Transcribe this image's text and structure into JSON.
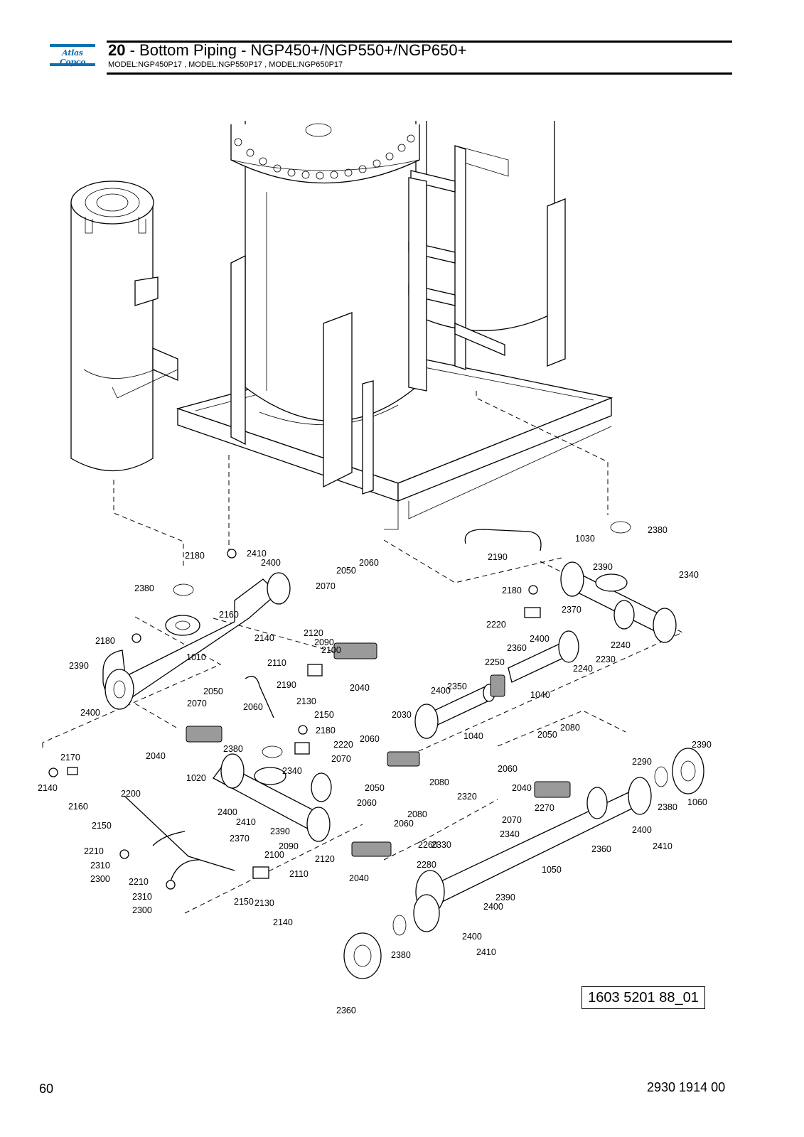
{
  "header": {
    "brand": "Atlas Copco",
    "section_number": "20",
    "title": " - Bottom Piping - NGP450+/NGP550+/NGP650+",
    "models": "MODEL:NGP450P17 , MODEL:NGP550P17 , MODEL:NGP650P17"
  },
  "drawing": {
    "reference_number": "1603 5201 88_01",
    "callouts": [
      "1010",
      "1020",
      "1030",
      "1040",
      "1040",
      "1050",
      "1060",
      "2030",
      "2040",
      "2040",
      "2040",
      "2040",
      "2050",
      "2050",
      "2050",
      "2050",
      "2060",
      "2060",
      "2060",
      "2060",
      "2060",
      "2060",
      "2070",
      "2070",
      "2070",
      "2070",
      "2080",
      "2080",
      "2080",
      "2090",
      "2090",
      "2100",
      "2100",
      "2110",
      "2110",
      "2120",
      "2120",
      "2130",
      "2130",
      "2140",
      "2140",
      "2140",
      "2150",
      "2150",
      "2150",
      "2160",
      "2160",
      "2170",
      "2180",
      "2180",
      "2180",
      "2180",
      "2190",
      "2190",
      "2200",
      "2210",
      "2210",
      "2220",
      "2220",
      "2230",
      "2240",
      "2240",
      "2250",
      "2260",
      "2270",
      "2280",
      "2290",
      "2300",
      "2300",
      "2310",
      "2310",
      "2320",
      "2330",
      "2340",
      "2340",
      "2340",
      "2350",
      "2360",
      "2360",
      "2360",
      "2370",
      "2370",
      "2380",
      "2380",
      "2380",
      "2380",
      "2380",
      "2390",
      "2390",
      "2390",
      "2390",
      "2390",
      "2400",
      "2400",
      "2400",
      "2400",
      "2400",
      "2400",
      "2400",
      "2400",
      "2410",
      "2410",
      "2410",
      "2410"
    ]
  },
  "footer": {
    "page_number": "60",
    "document_number": "2930 1914 00"
  }
}
